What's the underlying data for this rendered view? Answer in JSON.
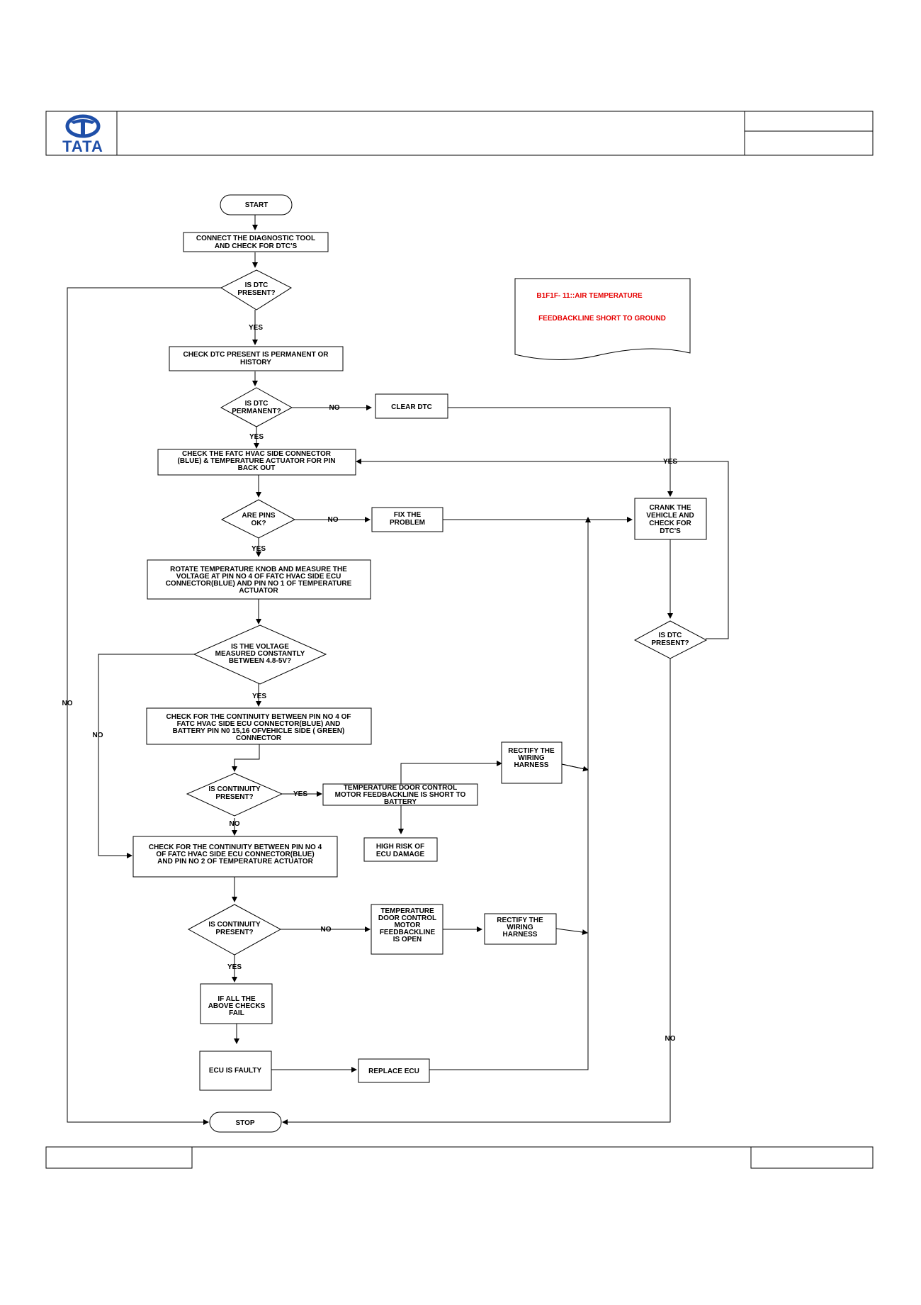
{
  "header": {
    "logo_text": "TATA",
    "title": "",
    "ref_top": "",
    "ref_bottom": ""
  },
  "footer": {
    "left": "",
    "center": "",
    "right": ""
  },
  "colors": {
    "brand": "#1f4fa8",
    "dtc_text": "#e60000",
    "line": "#000000"
  },
  "dtc_note": {
    "line1": "B1F1F- 11::AIR TEMPERATURE",
    "line2": "FEEDBACKLINE SHORT TO GROUND"
  },
  "flow": {
    "start": "START",
    "connect": [
      "CONNECT THE DIAGNOSTIC TOOL",
      "AND CHECK FOR  DTC'S"
    ],
    "q_dtc_present": [
      "IS  DTC",
      "PRESENT?"
    ],
    "check_perm": [
      "CHECK DTC  PRESENT IS PERMANENT OR",
      "HISTORY"
    ],
    "q_dtc_permanent": [
      "IS  DTC",
      "PERMANENT?"
    ],
    "clear_dtc": "CLEAR DTC",
    "check_pin_backout": [
      "CHECK THE FATC HVAC SIDE CONNECTOR",
      "(BLUE) & TEMPERATURE ACTUATOR FOR PIN",
      "BACK OUT"
    ],
    "q_pins_ok": [
      "ARE PINS",
      "OK?"
    ],
    "fix_problem": [
      "FIX THE",
      "PROBLEM"
    ],
    "crank": [
      "CRANK THE",
      "VEHICLE AND",
      "CHECK FOR",
      "DTC'S"
    ],
    "rotate_measure": [
      "ROTATE TEMPERATURE KNOB AND MEASURE THE",
      "VOLTAGE AT PIN NO 4 OF FATC HVAC SIDE ECU",
      "CONNECTOR(BLUE) AND PIN NO 1 OF TEMPERATURE",
      "ACTUATOR"
    ],
    "q_voltage": [
      "IS  THE VOLTAGE",
      "MEASURED CONSTANTLY",
      "BETWEEN 4.8-5V?"
    ],
    "q_dtc_present_2": [
      "IS  DTC",
      "PRESENT?"
    ],
    "cont_battery": [
      "CHECK FOR THE CONTINUITY BETWEEN PIN NO 4 OF",
      "FATC HVAC SIDE ECU CONNECTOR(BLUE) AND",
      "BATTERY PIN N0 15,16 OFVEHICLE SIDE ( GREEN)",
      "CONNECTOR"
    ],
    "rectify_1": [
      "RECTIFY THE",
      "WIRING",
      "HARNESS"
    ],
    "q_cont_1": [
      "IS CONTINUITY",
      "PRESENT?"
    ],
    "short_battery": [
      "TEMPERATURE DOOR CONTROL",
      "MOTOR FEEDBACKLINE IS SHORT TO",
      "BATTERY"
    ],
    "high_risk": [
      "HIGH RISK OF",
      "ECU DAMAGE"
    ],
    "cont_actuator": [
      "CHECK FOR THE CONTINUITY BETWEEN PIN NO 4",
      "OF  FATC HVAC SIDE ECU CONNECTOR(BLUE)",
      "AND PIN NO 2 OF TEMPERATURE ACTUATOR"
    ],
    "q_cont_2": [
      "IS CONTINUITY",
      "PRESENT?"
    ],
    "open_line": [
      "TEMPERATURE",
      "DOOR CONTROL",
      "MOTOR",
      "FEEDBACKLINE",
      "IS OPEN"
    ],
    "rectify_2": [
      "RECTIFY THE",
      "WIRING",
      "HARNESS"
    ],
    "if_all_fail": [
      "IF ALL THE",
      "ABOVE CHECKS",
      "FAIL"
    ],
    "ecu_faulty": "ECU IS FAULTY",
    "replace_ecu": "REPLACE ECU",
    "stop": "STOP"
  },
  "labels": {
    "yes": "YES",
    "no": "NO"
  }
}
